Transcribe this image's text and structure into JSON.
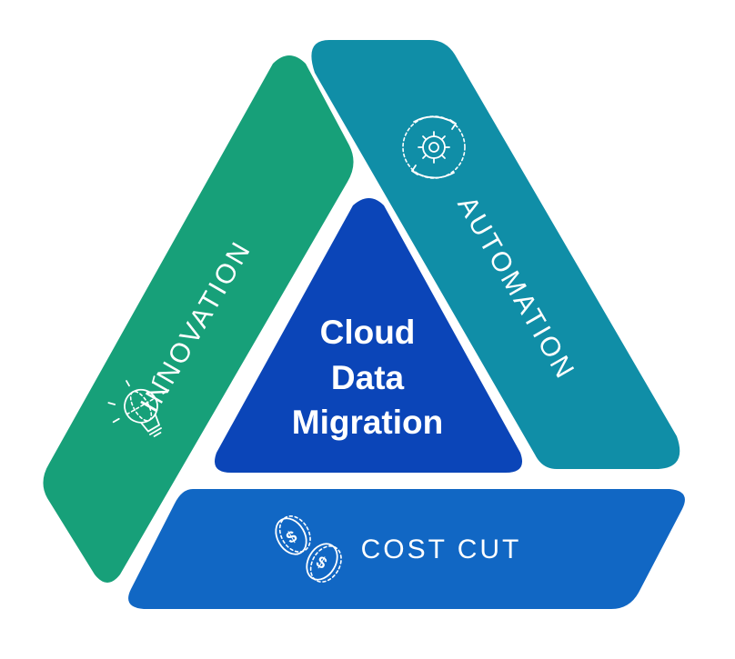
{
  "diagram": {
    "center": {
      "lines": [
        "Cloud",
        "Data",
        "Migration"
      ],
      "color": "#0b45b8"
    },
    "segments": {
      "innovation": {
        "label": "INNOVATION",
        "color": "#17a079",
        "icon": "lightbulb-icon"
      },
      "automation": {
        "label": "AUTOMATION",
        "color": "#108ea7",
        "icon": "gear-cycle-icon"
      },
      "cost_cut": {
        "label": "COST CUT",
        "color": "#1167c4",
        "icon": "coins-icon"
      }
    }
  }
}
